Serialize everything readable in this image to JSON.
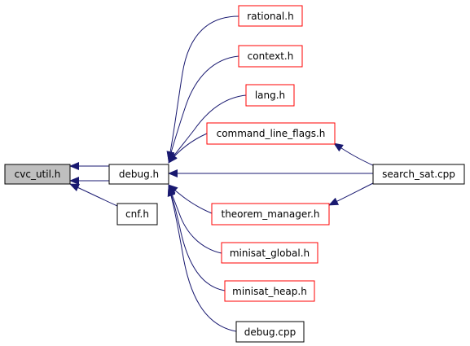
{
  "colors": {
    "edge": "#191970",
    "border_default": "#000000",
    "border_external": "#ff0000",
    "highlight_fill": "#bfbfbf",
    "fill": "#ffffff"
  },
  "nodes": {
    "cvc_util": {
      "label": "cvc_util.h"
    },
    "debug_h": {
      "label": "debug.h"
    },
    "cnf_h": {
      "label": "cnf.h"
    },
    "rational_h": {
      "label": "rational.h"
    },
    "context_h": {
      "label": "context.h"
    },
    "lang_h": {
      "label": "lang.h"
    },
    "command_line_flags_h": {
      "label": "command_line_flags.h"
    },
    "search_sat_cpp": {
      "label": "search_sat.cpp"
    },
    "theorem_manager_h": {
      "label": "theorem_manager.h"
    },
    "minisat_global_h": {
      "label": "minisat_global.h"
    },
    "minisat_heap_h": {
      "label": "minisat_heap.h"
    },
    "debug_cpp": {
      "label": "debug.cpp"
    }
  }
}
